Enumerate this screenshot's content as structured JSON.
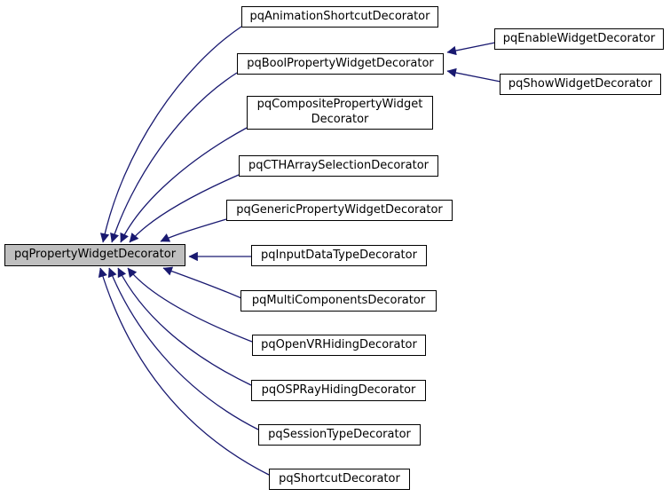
{
  "diagram": {
    "kind": "class-inheritance-graph",
    "base_class": "pqPropertyWidgetDecorator",
    "edges": [
      {
        "from": "pqAnimationShortcutDecorator",
        "to": "pqPropertyWidgetDecorator"
      },
      {
        "from": "pqBoolPropertyWidgetDecorator",
        "to": "pqPropertyWidgetDecorator"
      },
      {
        "from": "pqCompositePropertyWidgetDecorator",
        "to": "pqPropertyWidgetDecorator"
      },
      {
        "from": "pqCTHArraySelectionDecorator",
        "to": "pqPropertyWidgetDecorator"
      },
      {
        "from": "pqGenericPropertyWidgetDecorator",
        "to": "pqPropertyWidgetDecorator"
      },
      {
        "from": "pqInputDataTypeDecorator",
        "to": "pqPropertyWidgetDecorator"
      },
      {
        "from": "pqMultiComponentsDecorator",
        "to": "pqPropertyWidgetDecorator"
      },
      {
        "from": "pqOpenVRHidingDecorator",
        "to": "pqPropertyWidgetDecorator"
      },
      {
        "from": "pqOSPRayHidingDecorator",
        "to": "pqPropertyWidgetDecorator"
      },
      {
        "from": "pqSessionTypeDecorator",
        "to": "pqPropertyWidgetDecorator"
      },
      {
        "from": "pqShortcutDecorator",
        "to": "pqPropertyWidgetDecorator"
      },
      {
        "from": "pqEnableWidgetDecorator",
        "to": "pqBoolPropertyWidgetDecorator"
      },
      {
        "from": "pqShowWidgetDecorator",
        "to": "pqBoolPropertyWidgetDecorator"
      }
    ]
  },
  "nodes": {
    "main": {
      "label": "pqPropertyWidgetDecorator"
    },
    "animation": {
      "label": "pqAnimationShortcutDecorator"
    },
    "bool": {
      "label": "pqBoolPropertyWidgetDecorator"
    },
    "composite": {
      "label": "pqCompositePropertyWidget\nDecorator"
    },
    "cth": {
      "label": "pqCTHArraySelectionDecorator"
    },
    "generic": {
      "label": "pqGenericPropertyWidgetDecorator"
    },
    "input": {
      "label": "pqInputDataTypeDecorator"
    },
    "multi": {
      "label": "pqMultiComponentsDecorator"
    },
    "openvr": {
      "label": "pqOpenVRHidingDecorator"
    },
    "ospray": {
      "label": "pqOSPRayHidingDecorator"
    },
    "session": {
      "label": "pqSessionTypeDecorator"
    },
    "shortcut": {
      "label": "pqShortcutDecorator"
    },
    "enable": {
      "label": "pqEnableWidgetDecorator"
    },
    "show": {
      "label": "pqShowWidgetDecorator"
    }
  },
  "colors": {
    "edge": "#191970",
    "border": "#000000",
    "node-fill": "#ffffff",
    "main-fill": "#bfbfbf",
    "text": "#000000",
    "background": "#ffffff"
  }
}
